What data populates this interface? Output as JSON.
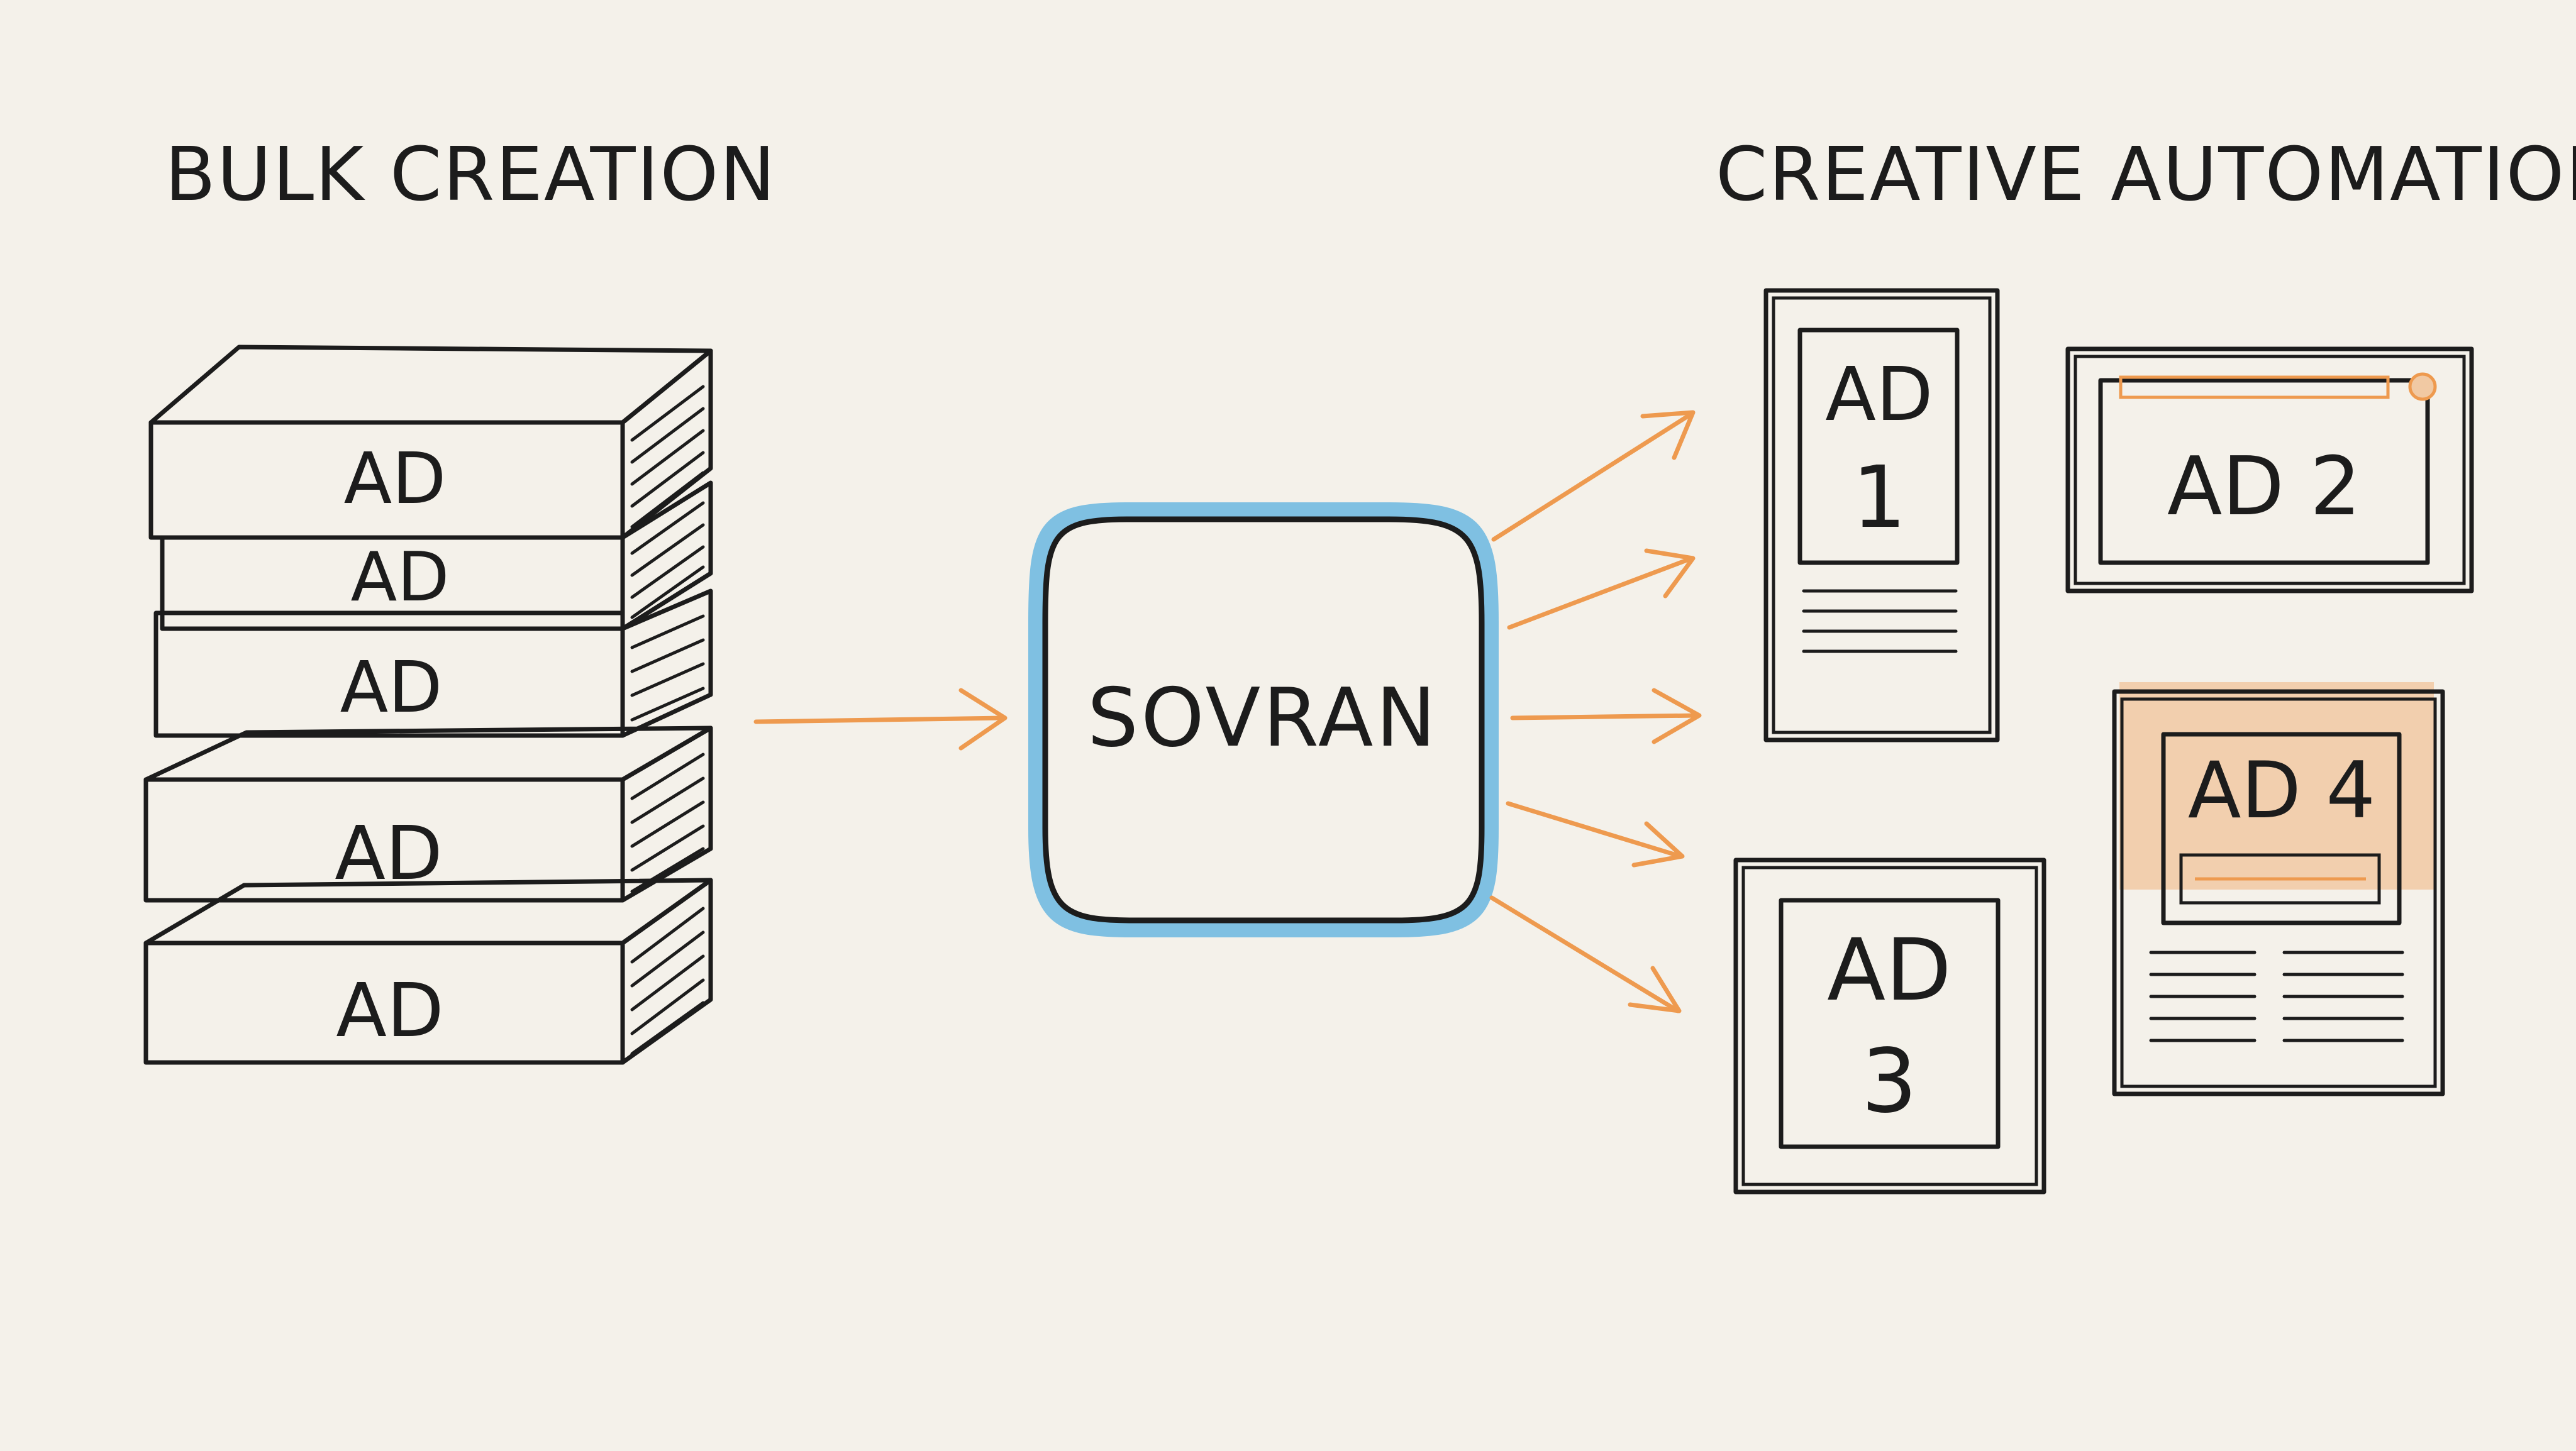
{
  "titles": {
    "left": "BULK CREATION",
    "right": "CREATIVE AUTOMATION"
  },
  "stack": {
    "labels": [
      "AD",
      "AD",
      "AD",
      "AD",
      "AD"
    ]
  },
  "hub": {
    "label": "SOVRAN"
  },
  "outputs": {
    "ad1": {
      "line1": "AD",
      "line2": "1"
    },
    "ad2": {
      "label": "AD 2"
    },
    "ad3": {
      "line1": "AD",
      "line2": "3"
    },
    "ad4": {
      "label": "AD 4"
    }
  },
  "colors": {
    "background": "#f4f1ea",
    "ink": "#1c1c1c",
    "arrow": "#ee9a4f",
    "hub_glow": "#7fc0e2",
    "accent_fill": "#f1c9a3"
  }
}
